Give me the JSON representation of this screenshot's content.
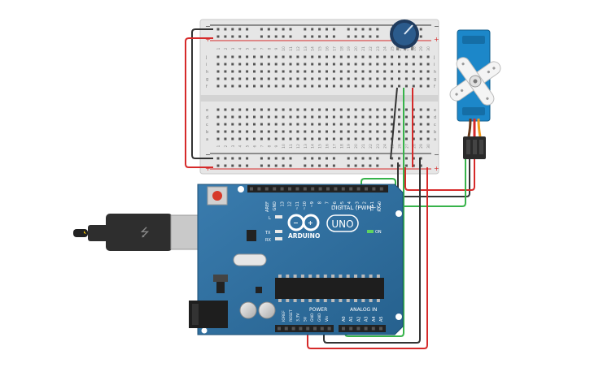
{
  "arduino": {
    "aref": "AREF",
    "gnd": "GND",
    "digital_pins": [
      "13",
      "12",
      "~11",
      "~10",
      "~9",
      "8",
      "7",
      "~6",
      "~5",
      "4",
      "~3",
      "2",
      "TX▸1",
      "RX◂0"
    ],
    "digital_label": "DIGITAL (PWM~)",
    "uno_label": "UNO",
    "arduino_label": "ARDUINO",
    "l_label": "L",
    "tx_label": "TX",
    "rx_label": "RX",
    "on_label": "ON",
    "power_label": "POWER",
    "analog_label": "ANALOG IN",
    "power_pins": [
      "IOREF",
      "RESET",
      "3.3V",
      "5V",
      "GND",
      "GND",
      "Vin"
    ],
    "analog_pins": [
      "A0",
      "A1",
      "A2",
      "A3",
      "A4",
      "A5"
    ]
  },
  "breadboard": {
    "row_letters_top": [
      "j",
      "i",
      "h",
      "g",
      "f"
    ],
    "row_letters_bottom": [
      "e",
      "d",
      "c",
      "b",
      "a"
    ],
    "column_numbers": [
      "1",
      "2",
      "3",
      "4",
      "5",
      "6",
      "7",
      "8",
      "9",
      "10",
      "11",
      "12",
      "13",
      "14",
      "15",
      "16",
      "17",
      "18",
      "19",
      "20",
      "21",
      "22",
      "23",
      "24",
      "25",
      "26",
      "27",
      "28",
      "29",
      "30"
    ],
    "rail_minus": "−",
    "rail_plus": "+"
  },
  "colors": {
    "board_blue": "#2f6f9f",
    "wire_red": "#d62a2a",
    "wire_black": "#333333",
    "wire_green": "#37b34a",
    "servo_blue": "#1c87c9"
  }
}
